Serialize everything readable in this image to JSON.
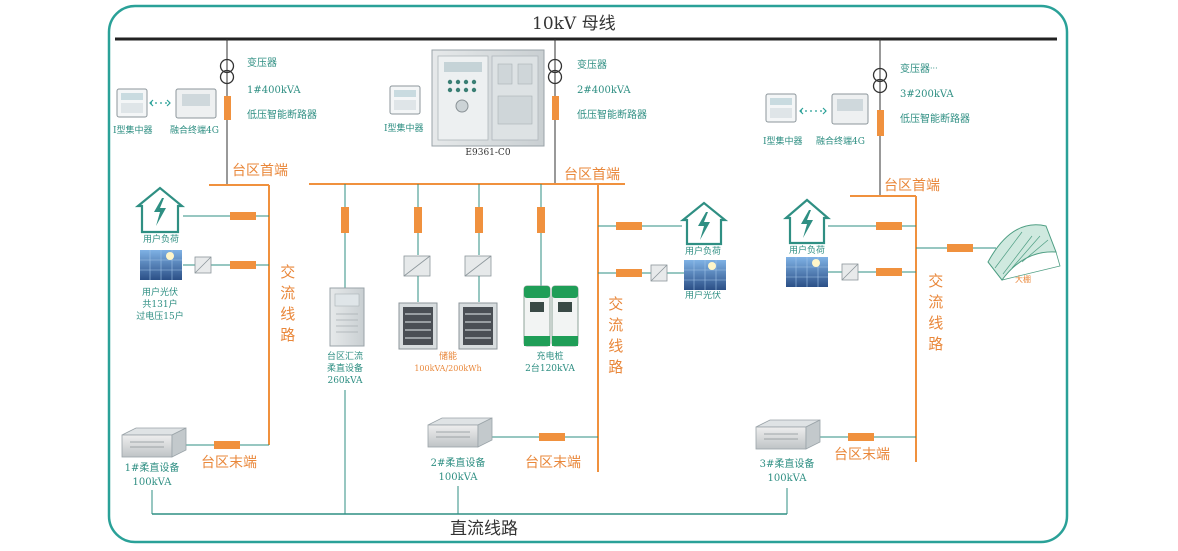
{
  "bus": {
    "label": "10kV  母线"
  },
  "dc_line": {
    "label": "直流线路"
  },
  "colors": {
    "frame": "#2aa198",
    "orange": "#f0913e",
    "teal": "#2f8f83",
    "bus": "#222222"
  },
  "zone1": {
    "transformer": {
      "name": "变压器",
      "rating": "1#400kVA",
      "breaker": "低压智能断路器"
    },
    "concentrator": "I型集中器",
    "terminal": "融合终端4G",
    "head": "台区首端",
    "ac_line": "交流线路",
    "load": "用户负荷",
    "pv": {
      "line1": "用户光伏",
      "line2": "共131户",
      "line3": "过电压15户"
    },
    "tail": "台区末端",
    "device": {
      "name": "1#柔直设备",
      "rating": "100kVA"
    }
  },
  "zone2": {
    "transformer": {
      "name": "变压器",
      "rating": "2#400kVA",
      "breaker": "低压智能断路器"
    },
    "concentrator": "I型集中器",
    "cabinet": "E9361-C0",
    "head": "台区首端",
    "ac_line": "交流线路",
    "load": "用户负荷",
    "pv": "用户光伏",
    "hub": {
      "line1": "台区汇流",
      "line2": "柔直设备",
      "line3": "260kVA"
    },
    "storage": {
      "name": "储能",
      "rating": "100kVA/200kWh"
    },
    "charger": {
      "name": "充电桩",
      "rating": "2台120kVA"
    },
    "tail": "台区末端",
    "device": {
      "name": "2#柔直设备",
      "rating": "100kVA"
    }
  },
  "zone3": {
    "transformer": {
      "name": "变压器",
      "suffix": "···",
      "rating": "3#200kVA",
      "breaker": "低压智能断路器"
    },
    "concentrator": "I型集中器",
    "terminal": "融合终端4G",
    "head": "台区首端",
    "ac_line": "交流线路",
    "load": "用户负荷",
    "greenhouse": "大棚",
    "tail": "台区末端",
    "device": {
      "name": "3#柔直设备",
      "rating": "100kVA"
    }
  }
}
